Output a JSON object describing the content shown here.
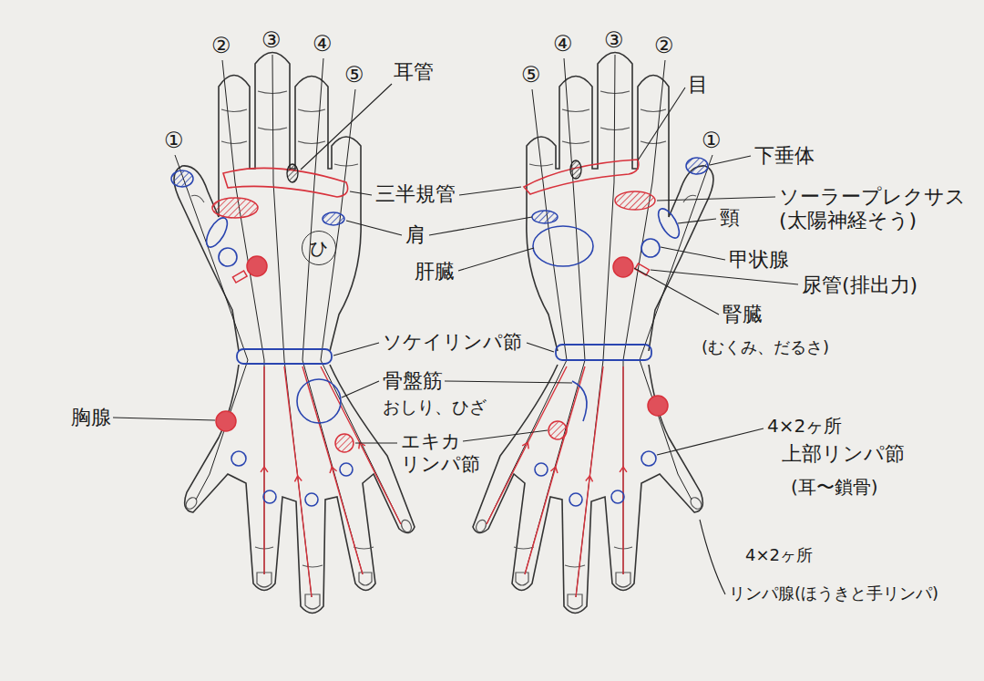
{
  "diagram": {
    "nodes": [
      {
        "text": [
          "ひ"
        ]
      }
    ],
    "labels": [
      "②",
      "③",
      "④",
      "⑤",
      "①",
      "④",
      "③",
      "②",
      "⑤",
      "①",
      "耳管",
      "目",
      "下垂体",
      "三半規管",
      "ソーラープレクサス (太陽神経そう)",
      "肩",
      "頸",
      "肝臓",
      "甲状腺",
      "尿管(排出力)",
      "腎臓",
      "(むくみ、だるさ)",
      "ソケイリンパ節",
      "骨盤筋",
      "おしり、ひざ",
      "エキカ リンパ節",
      "胸腺",
      "4×2ヶ所",
      "上部リンパ節",
      "(耳〜鎖骨)",
      "4×2ヶ所",
      "リンパ腺(ほうきと手リンパ)"
    ]
  }
}
